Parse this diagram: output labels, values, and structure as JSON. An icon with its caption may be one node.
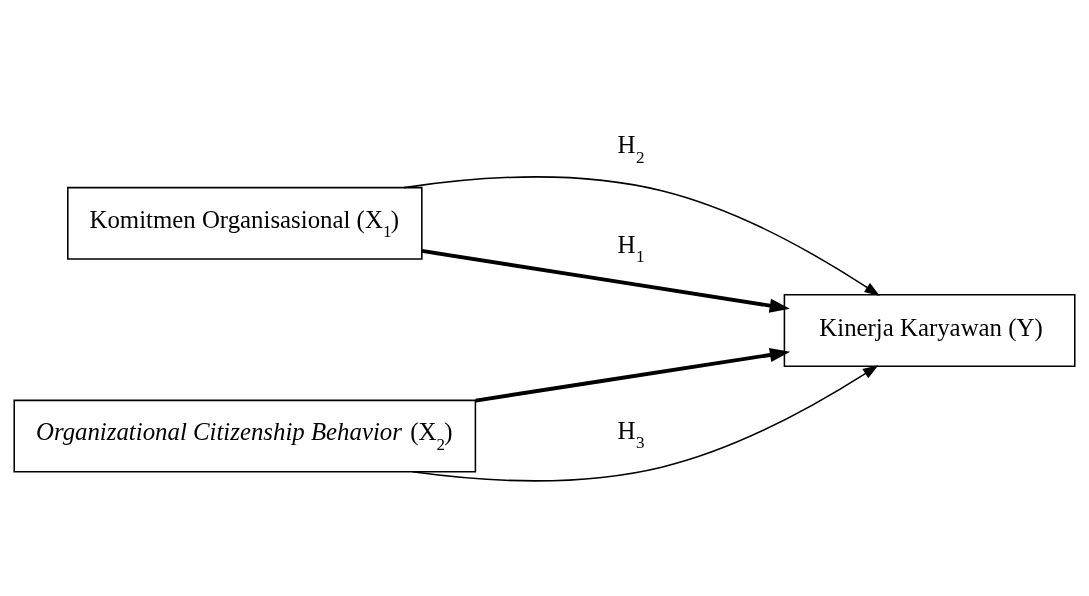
{
  "diagram": {
    "nodes": [
      {
        "text": [
          "Komitmen Organisasional (X$_{1}$)"
        ]
      },
      {
        "text": [
          "*Organizational Citizenship Behavior* (X$_{2}$)"
        ]
      },
      {
        "text": [
          "Kinerja Karyawan (Y)"
        ]
      }
    ],
    "edges": [
      {
        "from": 0,
        "to": 2,
        "arrow": "to",
        "label": "H$_{2}$"
      },
      {
        "from": 0,
        "to": 2,
        "arrow": "to",
        "label": "H$_{1}$",
        "style": "thick"
      },
      {
        "from": 1,
        "to": 2,
        "arrow": "to",
        "style": "thick"
      },
      {
        "from": 1,
        "to": 2,
        "arrow": "to",
        "label": "H$_{3}$"
      }
    ]
  }
}
